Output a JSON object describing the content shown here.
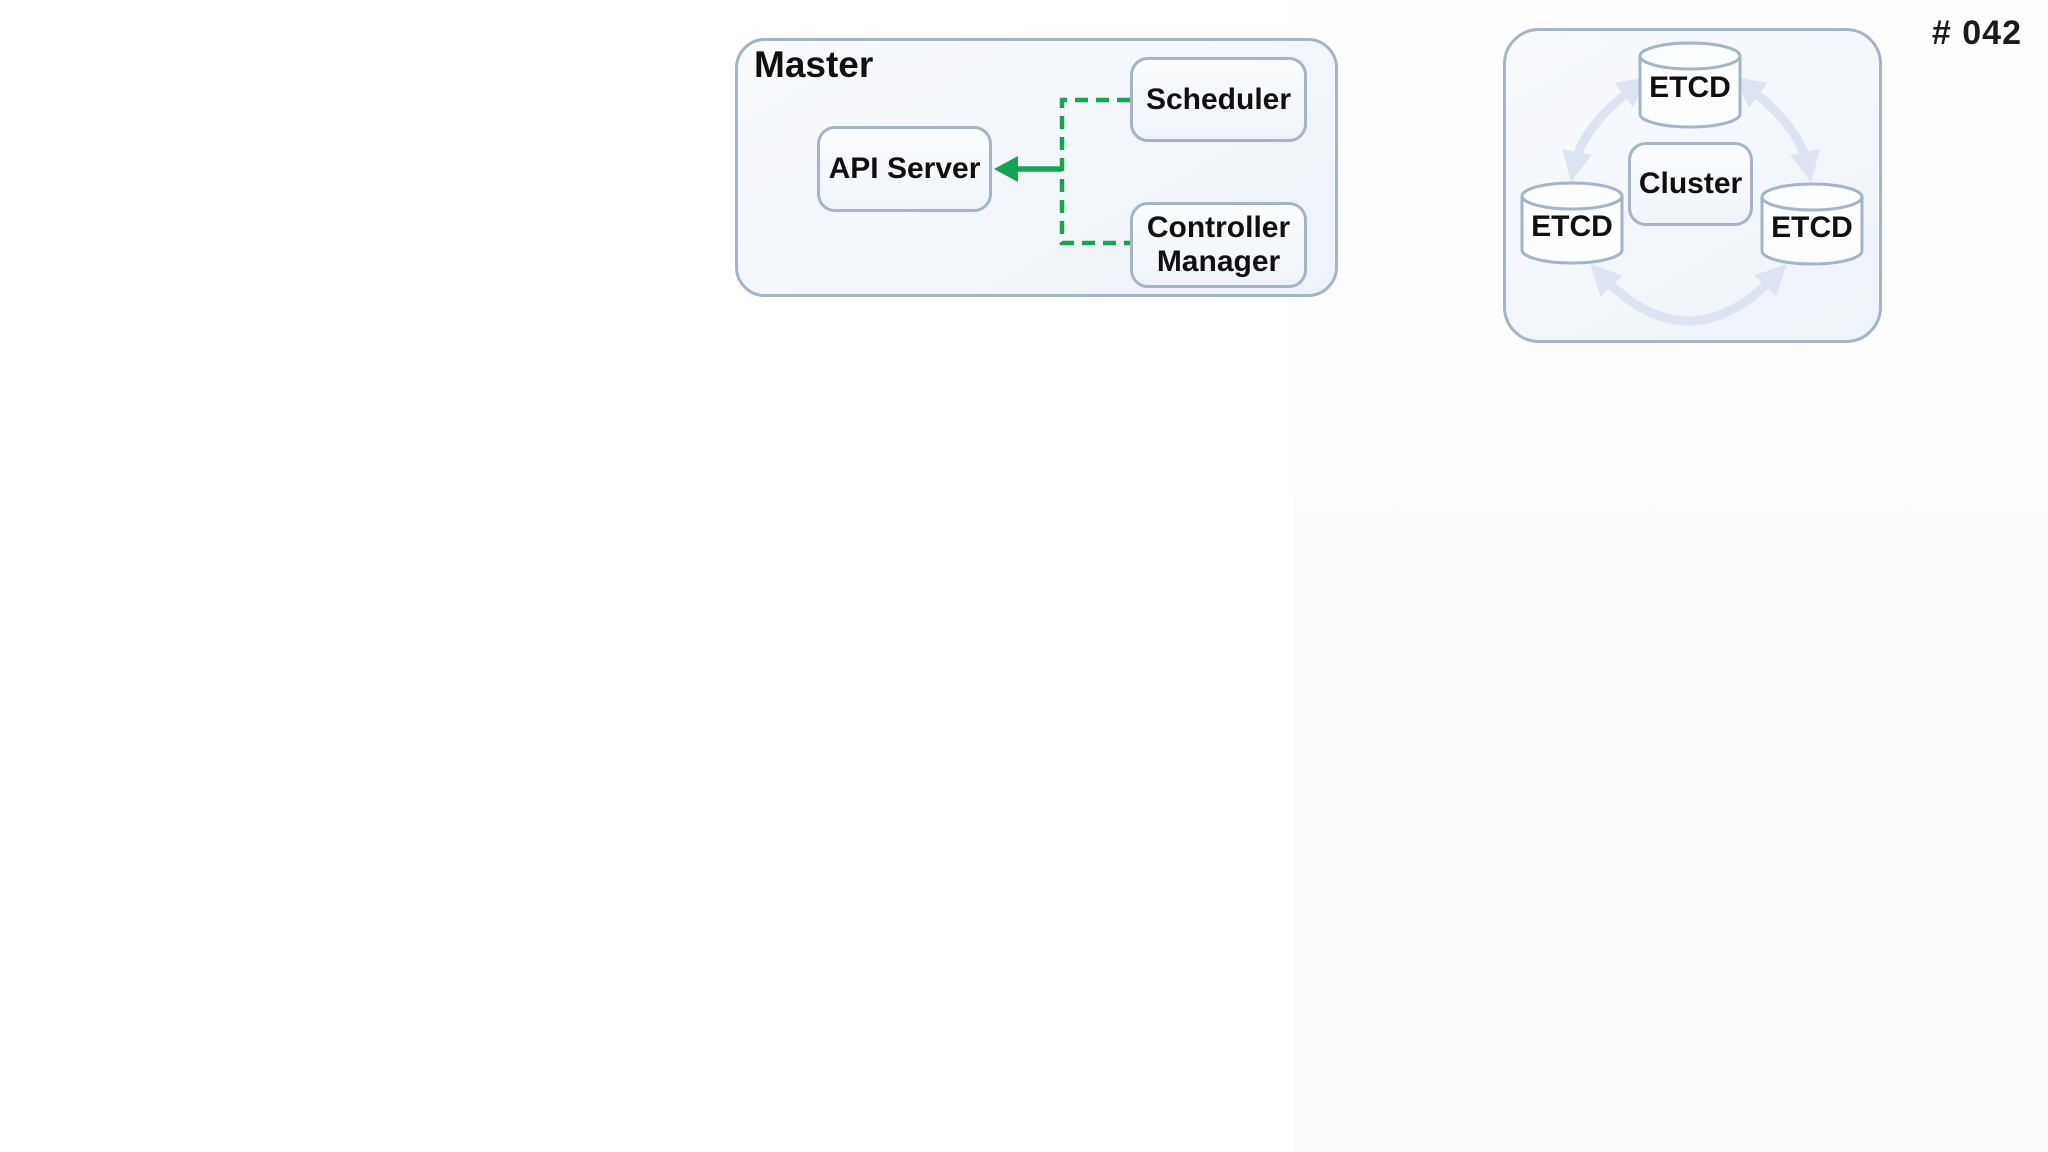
{
  "slide": {
    "badge": "# 042"
  },
  "master_group": {
    "title": "Master",
    "nodes": {
      "api_server": {
        "label": "API Server"
      },
      "scheduler": {
        "label": "Scheduler"
      },
      "controller_manager": {
        "label": "Controller Manager"
      }
    },
    "connections": [
      {
        "from": "Scheduler",
        "to": "API Server",
        "style": "dashed elbow joining solid arrow",
        "color": "#14a551"
      },
      {
        "from": "Controller Manager",
        "to": "API Server",
        "style": "dashed elbow joining solid arrow",
        "color": "#14a551"
      }
    ]
  },
  "etcd_group": {
    "cluster": {
      "label": "Cluster"
    },
    "databases": [
      {
        "label": "ETCD",
        "position": "top",
        "icon": "database-cylinder-icon"
      },
      {
        "label": "ETCD",
        "position": "left",
        "icon": "database-cylinder-icon"
      },
      {
        "label": "ETCD",
        "position": "right",
        "icon": "database-cylinder-icon"
      }
    ],
    "ring": {
      "style": "bidirectional curved arrows",
      "color": "#dbe4f0"
    }
  },
  "colors": {
    "box_border": "#a4b5c8",
    "box_fill": "#f3f6fb",
    "green_connector": "#14a551",
    "ring_arrow_blue": "#dbe4f0",
    "text": "#101010",
    "background": "#ffffff"
  }
}
